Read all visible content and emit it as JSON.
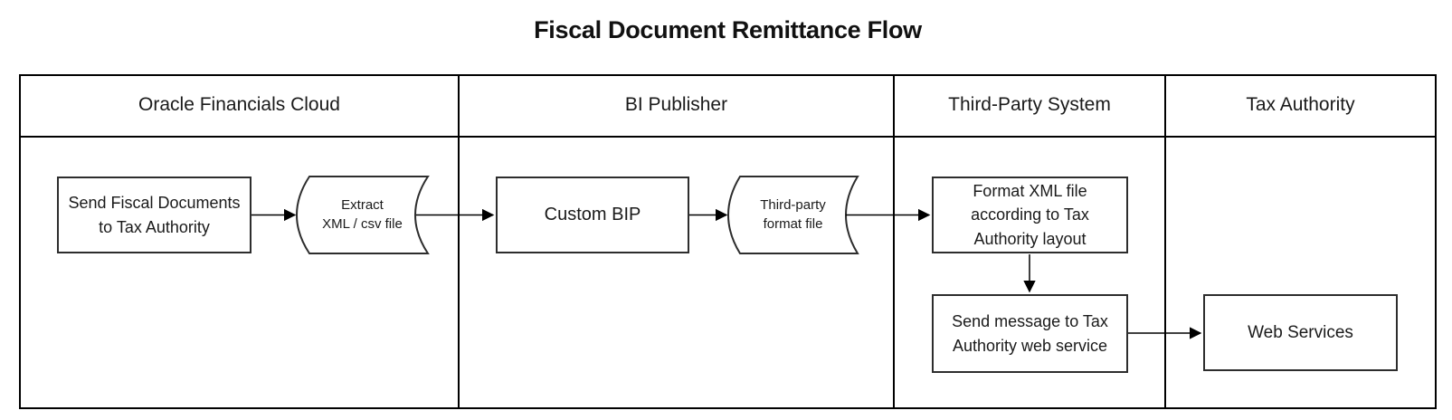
{
  "title": "Fiscal Document Remittance Flow",
  "lanes": [
    {
      "label": "Oracle Financials Cloud"
    },
    {
      "label": "BI Publisher"
    },
    {
      "label": "Third-Party System"
    },
    {
      "label": "Tax Authority"
    }
  ],
  "nodes": {
    "send_fiscal_documents": {
      "label": "Send Fiscal Documents to Tax Authority",
      "lane": "Oracle Financials Cloud"
    },
    "extract_file": {
      "line1": "Extract",
      "line2": "XML / csv file",
      "lane": "Oracle Financials Cloud"
    },
    "custom_bip": {
      "label": "Custom BIP",
      "lane": "BI Publisher"
    },
    "third_party_file": {
      "line1": "Third-party",
      "line2": "format file",
      "lane": "BI Publisher"
    },
    "format_xml_file": {
      "label": "Format XML file according to Tax Authority layout",
      "lane": "Third-Party System"
    },
    "send_message": {
      "label": "Send message to Tax Authority web service",
      "lane": "Third-Party System"
    },
    "web_services": {
      "label": "Web Services",
      "lane": "Tax Authority"
    }
  },
  "edges": [
    {
      "from": "send_fiscal_documents",
      "to": "extract_file"
    },
    {
      "from": "extract_file",
      "to": "custom_bip"
    },
    {
      "from": "custom_bip",
      "to": "third_party_file"
    },
    {
      "from": "third_party_file",
      "to": "format_xml_file"
    },
    {
      "from": "format_xml_file",
      "to": "send_message"
    },
    {
      "from": "send_message",
      "to": "web_services"
    }
  ],
  "colors": {
    "line": "#000000",
    "box_border": "#2d2d2d",
    "text": "#1a1a1a",
    "background": "#ffffff"
  }
}
